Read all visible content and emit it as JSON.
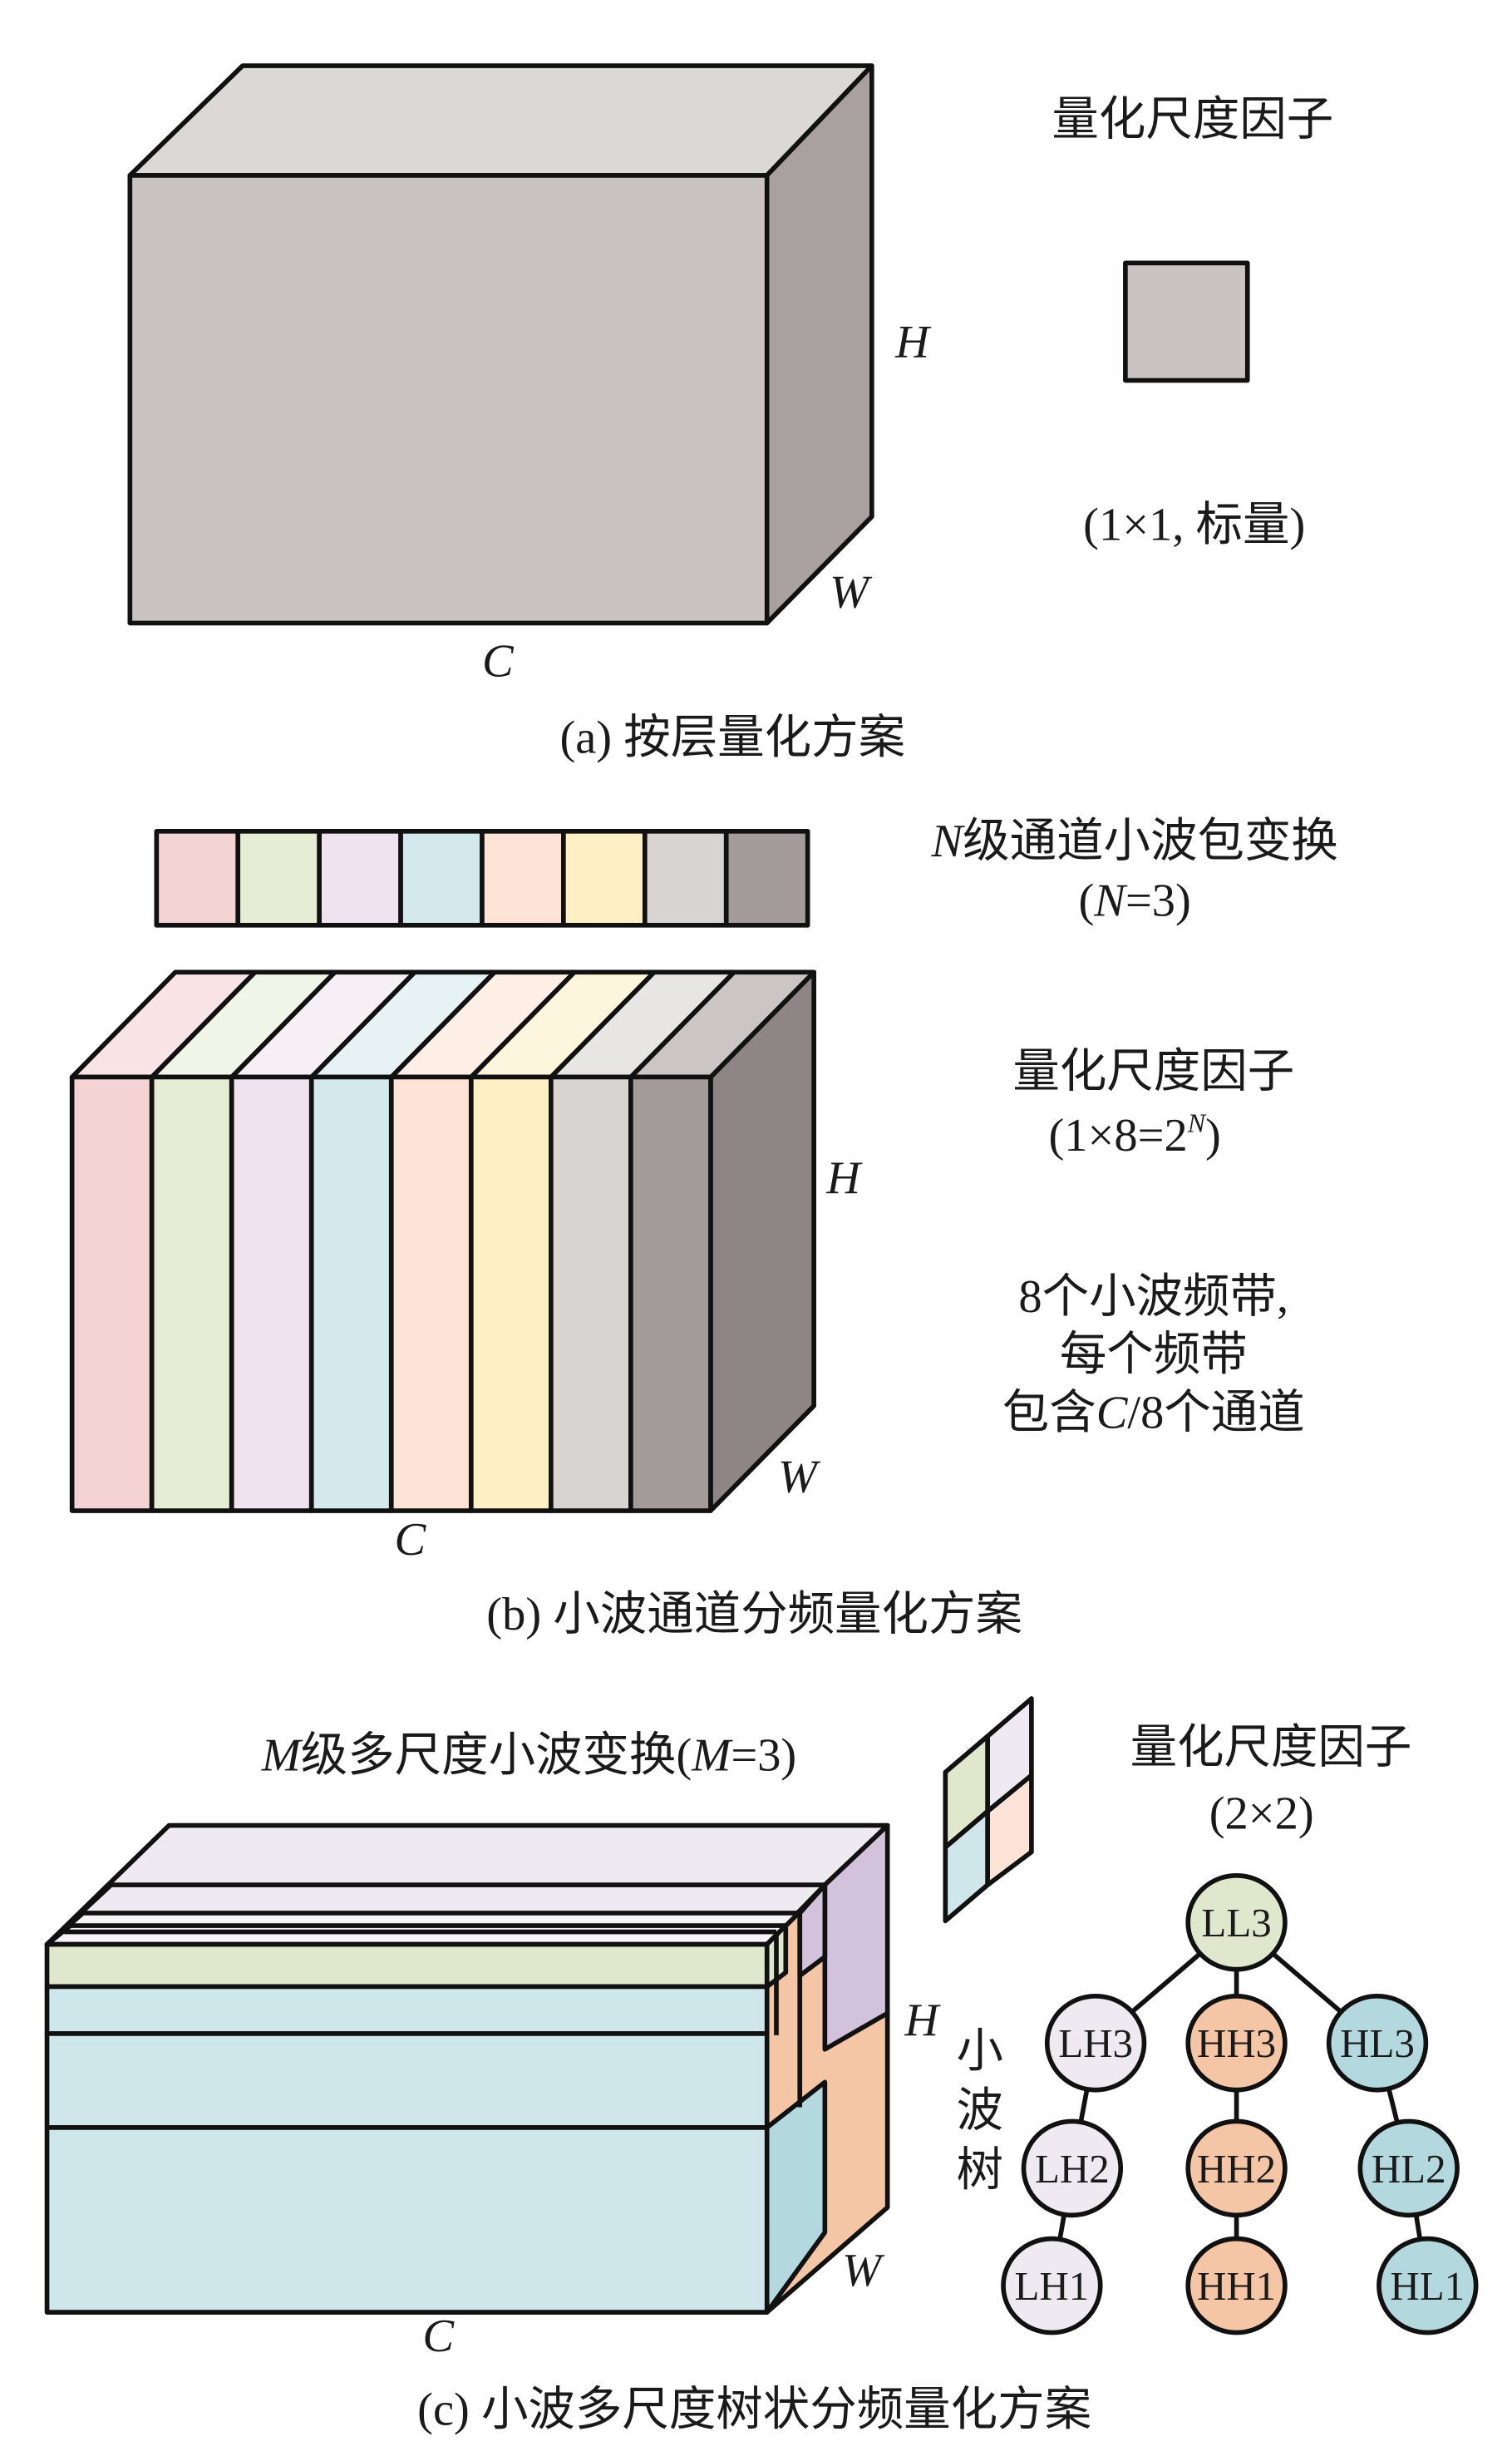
{
  "colors": {
    "cube_front": "#c9c3c3",
    "cube_top": "#dcd8d8",
    "cube_side": "#a9a1a1",
    "bands": [
      "#f3d3d3",
      "#e6edd5",
      "#eee3ef",
      "#d4e9ec",
      "#fde3d5",
      "#fdf0c5",
      "#d8d4d2",
      "#a49c9b"
    ],
    "bands_top": [
      "#f8e4e4",
      "#f1f5e7",
      "#f6f0f6",
      "#e6f2f4",
      "#fdeee6",
      "#fdf6dc",
      "#e8e6e4",
      "#cbc5c4"
    ],
    "band_side": "#8e8686",
    "green": "#dfe8cc",
    "purple": "#d2c2dc",
    "light_purple": "#efe9f1",
    "peach": "#f5c6a6",
    "blue": "#cfe6ea",
    "blue_dark": "#b3d8dd"
  },
  "panel_a": {
    "title": "量化尺度因子",
    "scale_desc": "(1×1, 标量)",
    "axis_h": "H",
    "axis_w": "W",
    "axis_c": "C",
    "caption": "(a) 按层量化方案"
  },
  "panel_b": {
    "transform_var": "N",
    "transform_rest": "级通道小波包变换",
    "transform_param_open": "(",
    "transform_param_var": "N",
    "transform_param_rest": "=3)",
    "scale_title": "量化尺度因子",
    "scale_desc_base": "(1×8=2",
    "scale_desc_sup": "N",
    "scale_desc_close": ")",
    "band_line1": "8个小波频带,",
    "band_line2": "每个频带",
    "band_line3_pre": "包含",
    "band_line3_var": "C",
    "band_line3_post": "/8个通道",
    "axis_h": "H",
    "axis_w": "W",
    "axis_c": "C",
    "caption": "(b) 小波通道分频量化方案"
  },
  "panel_c": {
    "transform_var": "M",
    "transform_rest": "级多尺度小波变换(",
    "transform_param_var": "M",
    "transform_param_rest": "=3)",
    "scale_title": "量化尺度因子",
    "scale_desc": "(2×2)",
    "tree_label": [
      "小",
      "波",
      "树"
    ],
    "axis_h": "H",
    "axis_w": "W",
    "axis_c": "C",
    "caption": "(c) 小波多尺度树状分频量化方案",
    "tree": {
      "root": "LL3",
      "branches": [
        {
          "type": "LH",
          "nodes": [
            "LH3",
            "LH2",
            "LH1"
          ]
        },
        {
          "type": "HH",
          "nodes": [
            "HH3",
            "HH2",
            "HH1"
          ]
        },
        {
          "type": "HL",
          "nodes": [
            "HL3",
            "HL2",
            "HL1"
          ]
        }
      ]
    }
  }
}
